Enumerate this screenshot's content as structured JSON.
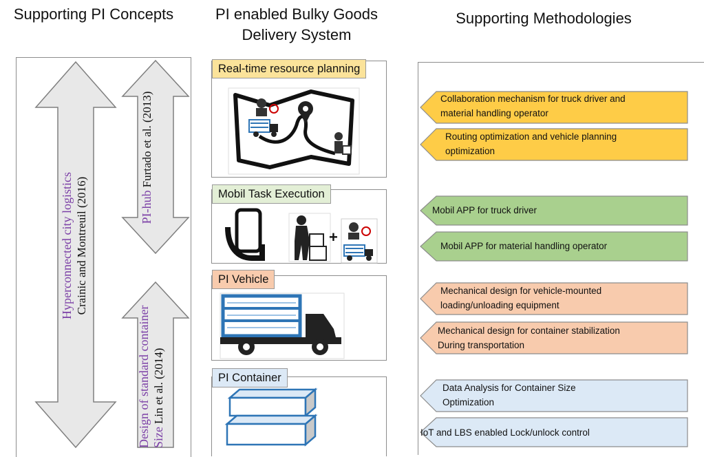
{
  "headers": {
    "left": "Supporting PI Concepts",
    "middle_line1": "PI enabled Bulky Goods",
    "middle_line2": "Delivery  System",
    "right": "Supporting Methodologies"
  },
  "concepts": [
    {
      "title": "Hyperconnected city logistics",
      "citation": "Crainic and Montreuil (2016)"
    },
    {
      "title": "PI-hub",
      "citation": "Furtado et al. (2013)"
    },
    {
      "title": "Design of standard container",
      "title2": "Size",
      "citation": "Lin et al. (2014)"
    }
  ],
  "system": [
    {
      "label": "Real-time resource planning",
      "color": "#fbe39a"
    },
    {
      "label": "Mobil Task Execution",
      "color": "#e3efd6"
    },
    {
      "label": "PI Vehicle",
      "color": "#f8cbad"
    },
    {
      "label": "PI Container",
      "color": "#dce9f6"
    }
  ],
  "methodologies": [
    {
      "line1": "Collaboration mechanism for truck driver and",
      "line2": "material handling operator",
      "color": "#fecc47"
    },
    {
      "line1": "Routing optimization and vehicle planning",
      "line2": "optimization",
      "color": "#fecc47"
    },
    {
      "line1": "Mobil APP for truck driver",
      "line2": "",
      "color": "#a9d08e"
    },
    {
      "line1": "Mobil APP for material handling operator",
      "line2": "",
      "color": "#a9d08e"
    },
    {
      "line1": "Mechanical design for vehicle-mounted",
      "line2": "loading/unloading  equipment",
      "color": "#f8cbad"
    },
    {
      "line1": "Mechanical design for container stabilization",
      "line2": "During transportation",
      "color": "#f8cbad"
    },
    {
      "line1": "Data Analysis for Container Size",
      "line2": "Optimization",
      "color": "#dce9f6"
    },
    {
      "line1": "IoT and LBS enabled Lock/unlock control",
      "line2": "",
      "color": "#dce9f6"
    }
  ]
}
